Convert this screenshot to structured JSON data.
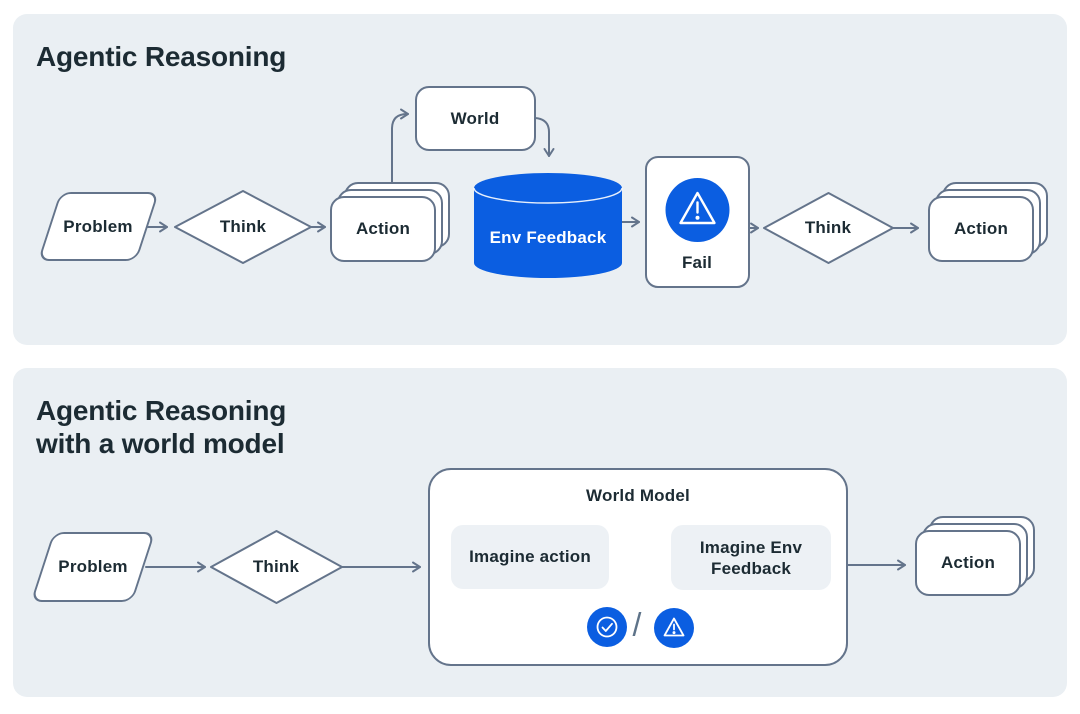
{
  "colors": {
    "page_bg": "#FFFFFF",
    "panel_bg": "#EAEFF3",
    "stroke_slate": "#64748B",
    "accent_blue": "#0B5EE1",
    "text_dark": "#1C2B33",
    "soft_box_bg": "#EDF1F5"
  },
  "panel_top": {
    "title": "Agentic Reasoning",
    "nodes": {
      "problem": "Problem",
      "think_1": "Think",
      "action_1": "Action",
      "world": "World",
      "env_feedback": "Env Feedback",
      "fail": "Fail",
      "think_2": "Think",
      "action_2": "Action"
    },
    "icons": {
      "fail": "warning-triangle-icon"
    }
  },
  "panel_bottom": {
    "title_line_1": "Agentic Reasoning",
    "title_line_2": "with a world model",
    "nodes": {
      "problem": "Problem",
      "think": "Think",
      "world_model": "World Model",
      "imagine_action": "Imagine action",
      "imagine_env_feedback": "Imagine Env Feedback",
      "or_separator": "/",
      "action": "Action"
    },
    "icons": {
      "success": "check-circle-icon",
      "failure": "warning-triangle-icon"
    }
  }
}
